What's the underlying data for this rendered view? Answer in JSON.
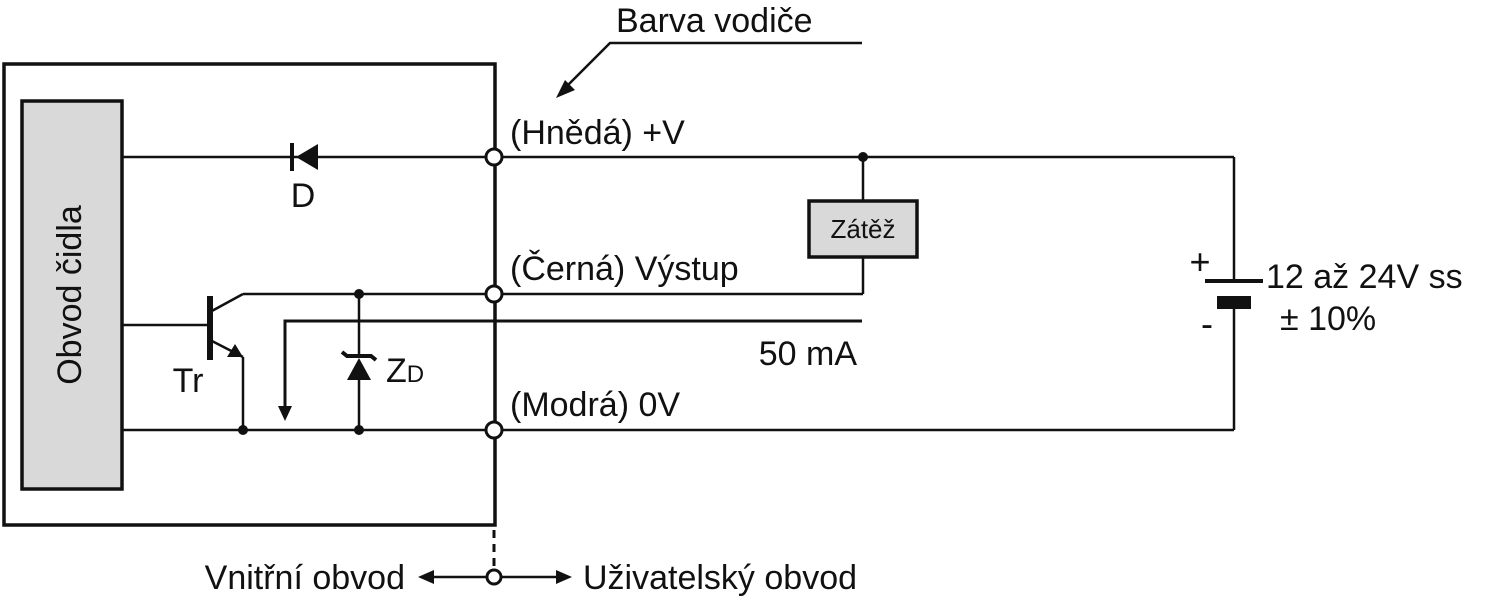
{
  "labels": {
    "wire_color": "Barva vodiče",
    "brown": "(Hnědá) +V",
    "black": "(Černá) Výstup",
    "blue": "(Modrá) 0V",
    "sensor_circuit": "Obvod čidla",
    "diode": "D",
    "transistor": "Tr",
    "zener_main": "Z",
    "zener_sub": "D",
    "load": "Zátěž",
    "current": "50 mA",
    "supply_voltage": "12 až 24V ss",
    "supply_tolerance": "± 10%",
    "plus": "+",
    "minus": "-",
    "internal_circuit": "Vnitřní obvod",
    "user_circuit": "Uživatelský obvod"
  },
  "colors": {
    "line": "#111111",
    "sensor_box_fill": "#d9d9d9",
    "load_box_fill": "#d9d9d9",
    "background": "#ffffff"
  }
}
